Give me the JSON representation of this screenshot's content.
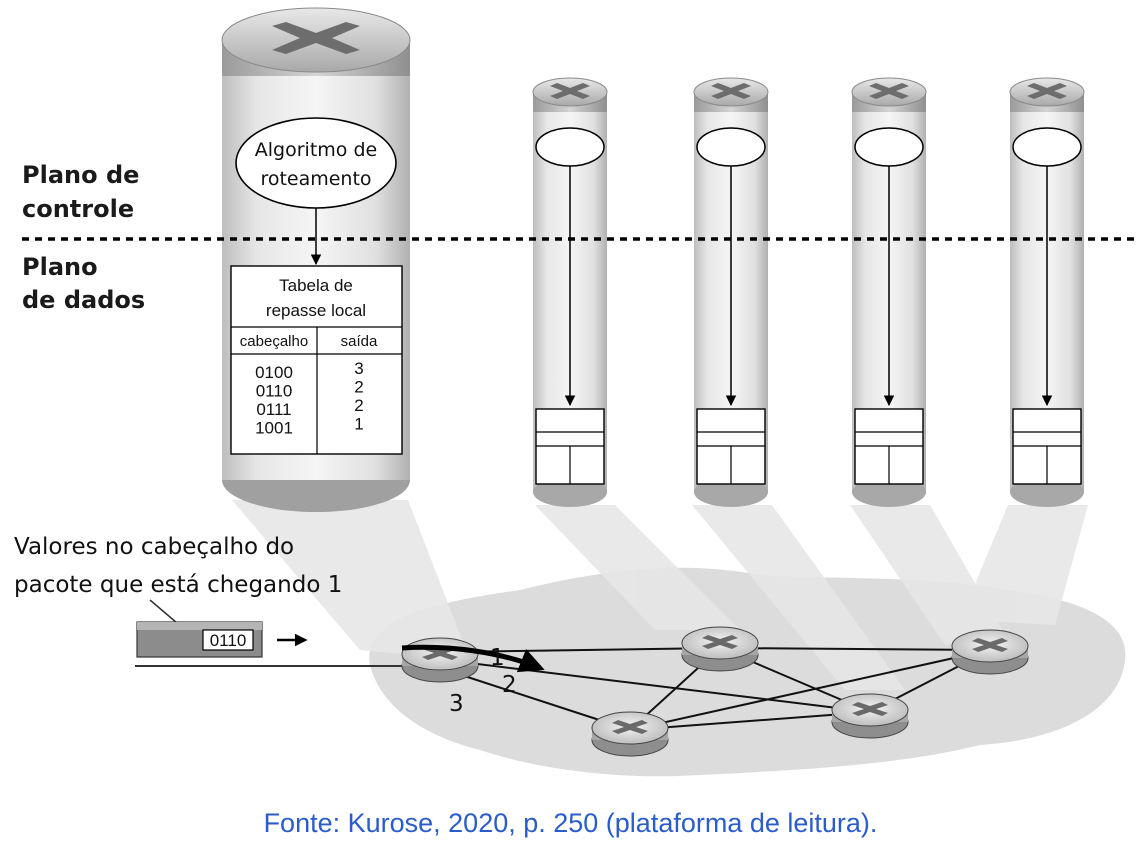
{
  "planes": {
    "control": [
      "Plano de",
      "controle"
    ],
    "data": [
      "Plano",
      "de dados"
    ]
  },
  "algorithm": [
    "Algoritmo de",
    "roteamento"
  ],
  "table": {
    "title": [
      "Tabela de",
      "repasse local"
    ],
    "headers": [
      "cabeçalho",
      "saída"
    ],
    "rows": [
      [
        "0100",
        "3"
      ],
      [
        "0110",
        "2"
      ],
      [
        "0111",
        "2"
      ],
      [
        "1001",
        "1"
      ]
    ]
  },
  "packet": {
    "annotation": [
      "Valores no cabeçalho do",
      "pacote que está chegando 1"
    ],
    "header_value": "0110"
  },
  "ports": [
    "1",
    "2",
    "3"
  ],
  "caption": "Fonte: Kurose, 2020, p. 250 (plataforma de leitura)."
}
